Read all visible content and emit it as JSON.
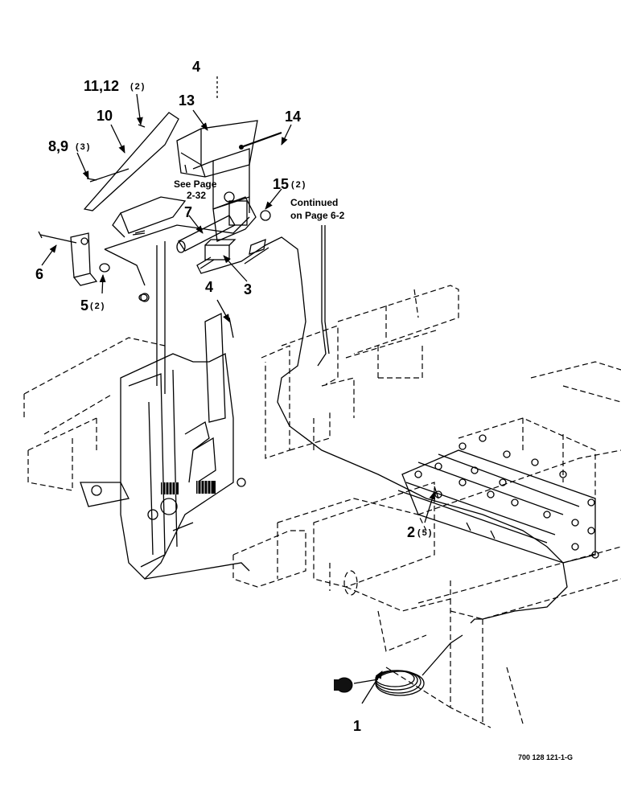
{
  "labels": {
    "l1": "1",
    "l2": "2",
    "l2q": "(5)",
    "l3": "3",
    "l4a": "4",
    "l4b": "4",
    "l5": "5",
    "l5q": "(2)",
    "l6": "6",
    "l7": "7",
    "l89": "8,9",
    "l89q": "(3)",
    "l10": "10",
    "l1112": "11,12",
    "l1112q": "(2)",
    "l13": "13",
    "l14": "14",
    "l15": "15",
    "l15q": "(2)"
  },
  "notes": {
    "see_page_1": "See Page",
    "see_page_2": "2-32",
    "continued_1": "Continued",
    "continued_2": "on Page 6-2"
  },
  "figure_code": "700 128 121-1-G"
}
